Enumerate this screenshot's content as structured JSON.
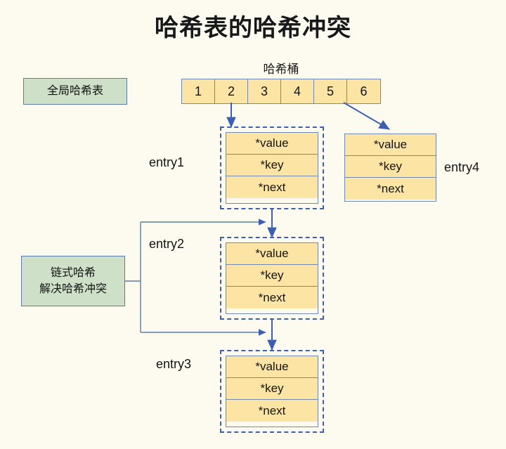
{
  "title": "哈希表的哈希冲突",
  "colors": {
    "background": "#fdfbf0",
    "node_fill": "#fce4a4",
    "node_border": "#7089ad",
    "annotation_fill": "#cfe0c8",
    "annotation_border": "#5c7ba8",
    "connector": "#3c5fb1",
    "dashed_border": "#3c5fb1",
    "text": "#141414"
  },
  "bucket": {
    "title": "哈希桶",
    "cells": [
      "1",
      "2",
      "3",
      "4",
      "5",
      "6"
    ]
  },
  "annotations": [
    {
      "id": "global-hash-table",
      "lines": [
        "全局哈希表"
      ]
    },
    {
      "id": "chained-hash",
      "lines": [
        "链式哈希",
        "解决哈希冲突"
      ]
    }
  ],
  "node_fields": [
    "*value",
    "*key",
    "*next"
  ],
  "entries": [
    {
      "id": "entry1",
      "label": "entry1",
      "label_side": "left",
      "dashed": true,
      "fields": [
        "*value",
        "*key",
        "*next"
      ]
    },
    {
      "id": "entry4",
      "label": "entry4",
      "label_side": "right",
      "dashed": false,
      "fields": [
        "*value",
        "*key",
        "*next"
      ]
    },
    {
      "id": "entry2",
      "label": "entry2",
      "label_side": "left",
      "dashed": true,
      "fields": [
        "*value",
        "*key",
        "*next"
      ]
    },
    {
      "id": "entry3",
      "label": "entry3",
      "label_side": "left",
      "dashed": true,
      "fields": [
        "*value",
        "*key",
        "*next"
      ]
    }
  ],
  "connections": [
    {
      "from": "bucket-3",
      "to": "entry1",
      "style": "arrow-down"
    },
    {
      "from": "bucket-5",
      "to": "entry4",
      "style": "arrow-diagonal"
    },
    {
      "from": "entry1",
      "to": "entry2",
      "style": "arrow-down"
    },
    {
      "from": "entry2",
      "to": "entry3",
      "style": "arrow-down"
    },
    {
      "from": "chained-hash",
      "to": "entry1-entry2-link",
      "style": "arrow-right"
    },
    {
      "from": "chained-hash",
      "to": "entry2-entry3-link",
      "style": "arrow-right"
    }
  ]
}
